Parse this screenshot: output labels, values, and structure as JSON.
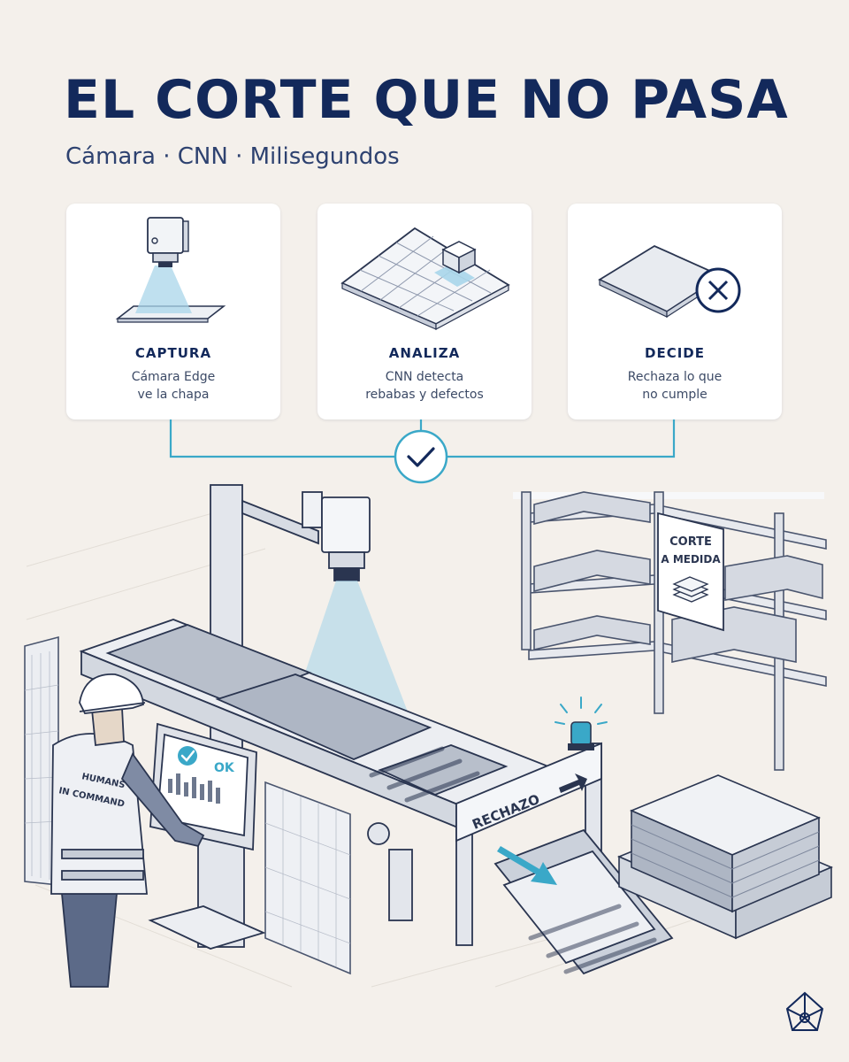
{
  "header": {
    "title": "EL CORTE QUE NO PASA",
    "subtitle": "Cámara · CNN · Milisegundos"
  },
  "steps": [
    {
      "title": "CAPTURA",
      "desc_line1": "Cámara Edge",
      "desc_line2": "ve la chapa",
      "icon": "camera-icon"
    },
    {
      "title": "ANALIZA",
      "desc_line1": "CNN detecta",
      "desc_line2": "rebabas y defectos",
      "icon": "grid-analysis-icon"
    },
    {
      "title": "DECIDE",
      "desc_line1": "Rechaza lo que",
      "desc_line2": "no cumple",
      "icon": "reject-x-icon"
    }
  ],
  "scene": {
    "shelf_sign_line1": "CORTE",
    "shelf_sign_line2": "A MEDIDA",
    "vest_line1": "HUMANS",
    "vest_line2": "IN COMMAND",
    "screen_status": "OK",
    "reject_sign": "RECHAZO"
  },
  "colors": {
    "navy": "#13295b",
    "accent_teal": "#3aa8c8",
    "beam_blue": "#a9d6ea",
    "background": "#f4f0eb"
  }
}
